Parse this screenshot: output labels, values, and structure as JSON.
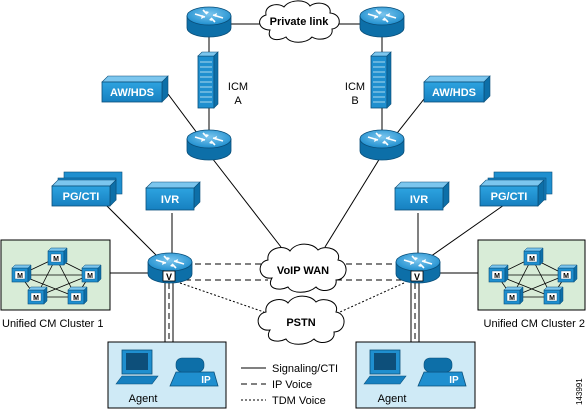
{
  "clouds": {
    "private_link": "Private link",
    "voip_wan": "VoIP WAN",
    "pstn": "PSTN"
  },
  "icm": {
    "a_line1": "ICM",
    "a_line2": "A",
    "b_line1": "ICM",
    "b_line2": "B"
  },
  "servers": {
    "aw_hds": "AW/HDS",
    "pg_cti": "PG/CTI",
    "ivr": "IVR"
  },
  "gateway_badge": "V",
  "node_badge": "M",
  "clusters": {
    "left": "Unified CM Cluster 1",
    "right": "Unified CM Cluster 2"
  },
  "agent": {
    "label": "Agent",
    "phone_badge": "IP"
  },
  "legend": {
    "signaling": "Signaling/CTI",
    "ip_voice": "IP Voice",
    "tdm_voice": "TDM Voice"
  },
  "figure_id": "143991",
  "colors": {
    "device_blue": "#1f8fcf",
    "device_dark": "#0d6fa8",
    "cluster_bg": "#d8ecd7",
    "agent_bg": "#cfeaf6"
  }
}
